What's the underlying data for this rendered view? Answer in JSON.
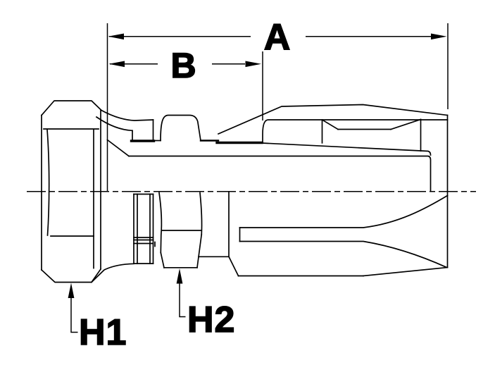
{
  "labels": {
    "dim_a": "A",
    "dim_b": "B",
    "hex1": "H1",
    "hex2": "H2"
  },
  "colors": {
    "line": "#000000",
    "background": "#ffffff",
    "text": "#000000"
  }
}
